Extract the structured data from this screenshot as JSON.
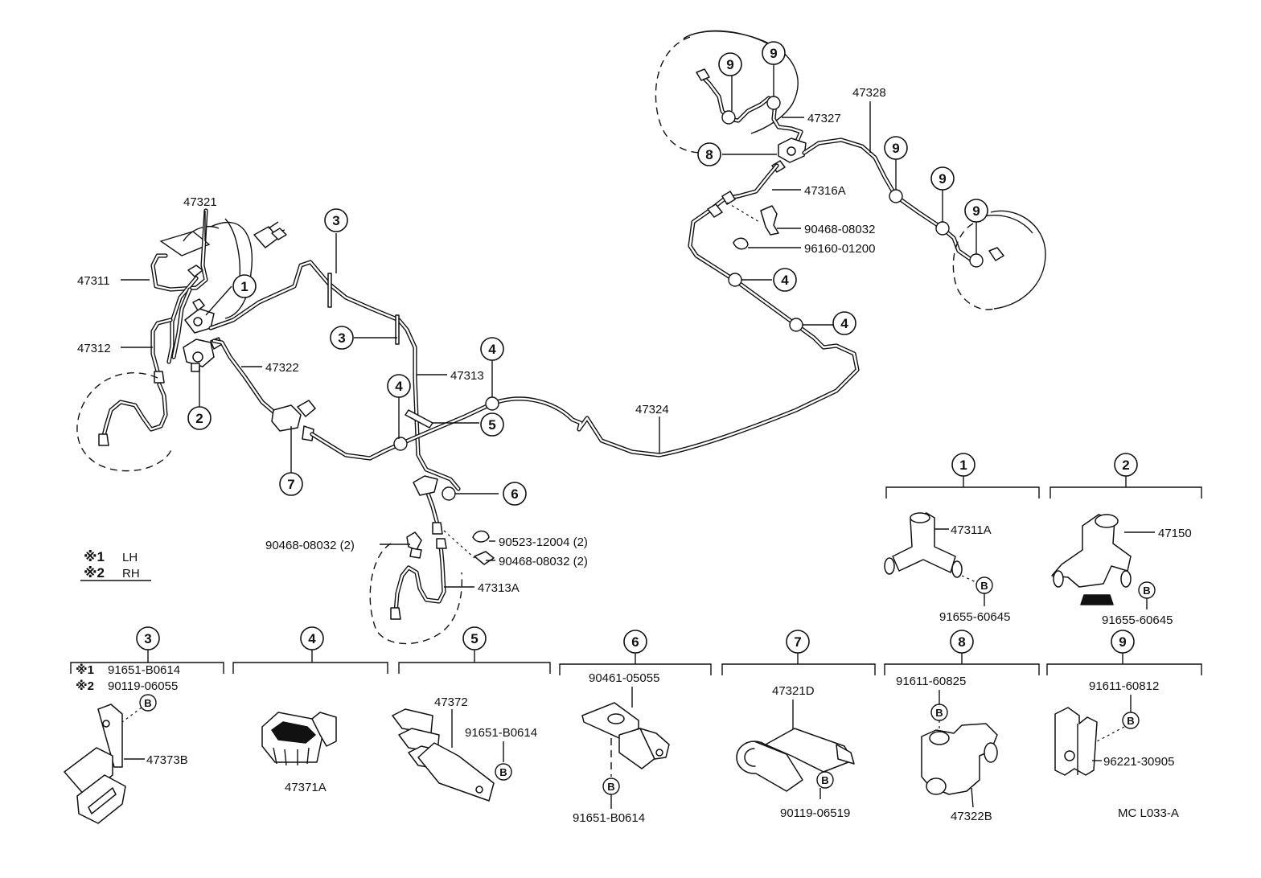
{
  "parts": {
    "p47321": "47321",
    "p47311": "47311",
    "p47312": "47312",
    "p47322": "47322",
    "p47313": "47313",
    "p47324": "47324",
    "p47327": "47327",
    "p47328": "47328",
    "p47316A": "47316A",
    "p90468_08032": "90468-08032",
    "p96160_01200": "96160-01200",
    "p90468_08032_2a": "90468-08032 (2)",
    "p90523_12004_2": "90523-12004 (2)",
    "p90468_08032_2b": "90468-08032 (2)",
    "p47313A": "47313A"
  },
  "callouts": {
    "c1": "1",
    "c2": "2",
    "c3": "3",
    "c4": "4",
    "c5": "5",
    "c6": "6",
    "c7": "7",
    "c8": "8",
    "c9": "9"
  },
  "legend": {
    "mark1": "※1",
    "lh": "LH",
    "mark2": "※2",
    "rh": "RH"
  },
  "bolt": "B",
  "details": {
    "d1": {
      "callout": "1",
      "part": "47311A",
      "bolt_part": "91655-60645"
    },
    "d2": {
      "callout": "2",
      "part": "47150",
      "bolt_part": "91655-60645"
    },
    "d3": {
      "callout": "3",
      "mark1": "※1",
      "bolt1": "91651-B0614",
      "mark2": "※2",
      "bolt2": "90119-06055",
      "part": "47373B"
    },
    "d4": {
      "callout": "4",
      "part": "47371A"
    },
    "d5": {
      "callout": "5",
      "part": "47372",
      "bolt_part": "91651-B0614"
    },
    "d6": {
      "callout": "6",
      "top_part": "90461-05055",
      "bolt_part": "91651-B0614"
    },
    "d7": {
      "callout": "7",
      "part": "47321D",
      "bolt_part": "90119-06519"
    },
    "d8": {
      "callout": "8",
      "bolt_part": "91611-60825",
      "part": "47322B"
    },
    "d9": {
      "callout": "9",
      "top_part": "91611-60812",
      "side_part": "96221-30905"
    }
  },
  "figure_code": "MC  L033-A"
}
